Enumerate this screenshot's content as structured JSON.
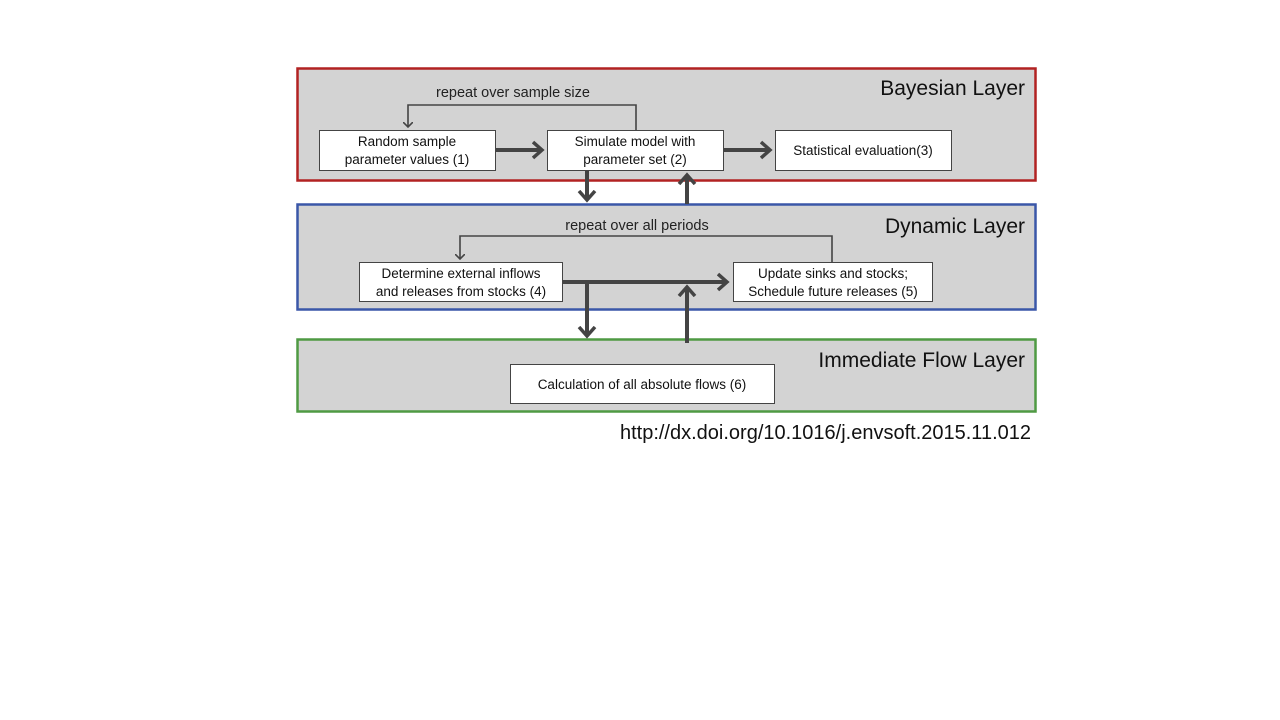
{
  "layers": {
    "bayesian": {
      "title": "Bayesian Layer",
      "border_color": "#b22222"
    },
    "dynamic": {
      "title": "Dynamic Layer",
      "border_color": "#3a57a8"
    },
    "immediate": {
      "title": "Immediate Flow Layer",
      "border_color": "#4f9a43"
    }
  },
  "loops": {
    "sample": "repeat over sample size",
    "periods": "repeat over all periods"
  },
  "boxes": {
    "random_sample": [
      "Random sample",
      "parameter values (1)"
    ],
    "simulate": [
      "Simulate model with",
      "parameter set (2)"
    ],
    "statistical": [
      "Statistical evaluation(3)"
    ],
    "determine": [
      "Determine external inflows",
      "and releases from stocks  (4)"
    ],
    "update": [
      "Update sinks and stocks;",
      "Schedule future releases (5)"
    ],
    "calculation": [
      "Calculation of all absolute flows (6)"
    ]
  },
  "panel_fill": "#d3d3d3",
  "doi": "http://dx.doi.org/10.1016/j.envsoft.2015.11.012"
}
